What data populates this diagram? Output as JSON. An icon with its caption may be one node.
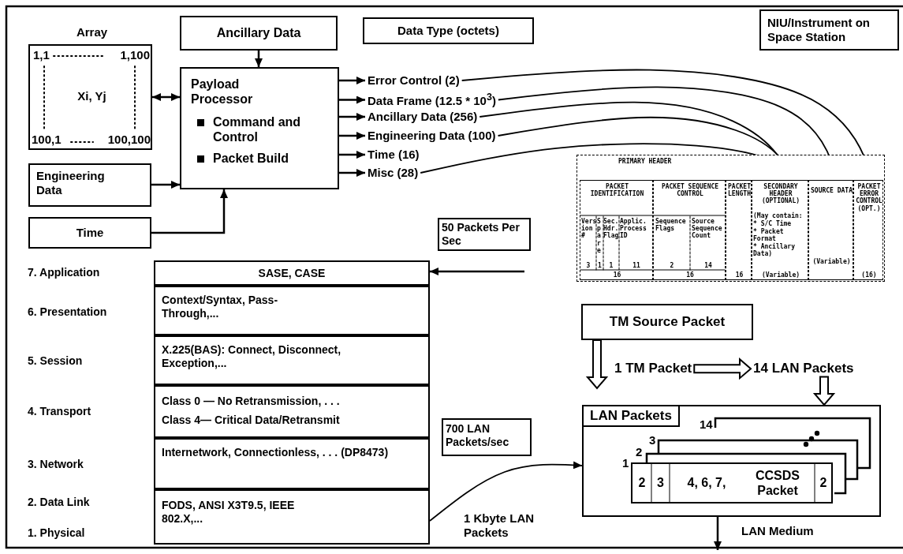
{
  "diagram": {
    "nodes": [
      {
        "text": [
          "Array",
          "1,1",
          "1,100",
          "Xi, Yj",
          "100,1",
          "100,100"
        ]
      },
      {
        "text": [
          "Ancillary Data"
        ]
      },
      {
        "text": [
          "Data Type (octets)"
        ]
      },
      {
        "text": [
          "NIU/Instrument on Space Station"
        ]
      },
      {
        "text": [
          "Payload Processor",
          "Command and Control",
          "Packet Build"
        ]
      },
      {
        "text": [
          "Engineering Data"
        ]
      },
      {
        "text": [
          "Time"
        ]
      },
      {
        "text": [
          "Error Control (2)"
        ]
      },
      {
        "text": [
          "Data Frame (12.5 * 10$^{3}$)"
        ]
      },
      {
        "text": [
          "Ancillary Data (256)"
        ]
      },
      {
        "text": [
          "Engineering Data (100)"
        ]
      },
      {
        "text": [
          "Time (16)"
        ]
      },
      {
        "text": [
          "Misc (28)"
        ]
      },
      {
        "text": [
          "PRIMARY HEADER"
        ]
      },
      {
        "text": [
          "PACKET IDENTIFICATION",
          "Version #",
          "Spare",
          "Sec. Hdr. Flag",
          "Applic. Process ID",
          "3",
          "1",
          "1",
          "11",
          "16"
        ],
        "in": 13
      },
      {
        "text": [
          "PACKET SEQUENCE CONTROL",
          "Sequence Flags",
          "Source Sequence Count",
          "2",
          "14",
          "16"
        ],
        "in": 13
      },
      {
        "text": [
          "PACKET LENGTH",
          "16"
        ],
        "in": 13
      },
      {
        "text": [
          "SECONDARY HEADER (OPTIONAL)",
          "(May contain:",
          "* S/C Time",
          "* Packet Format",
          "* Ancillary Data)",
          "(Variable)"
        ],
        "in": 13
      },
      {
        "text": [
          "SOURCE DATA",
          "(Variable)"
        ],
        "in": 13
      },
      {
        "text": [
          "PACKET ERROR CONTROL (OPT.)",
          "(16)"
        ],
        "in": 13
      },
      {
        "text": [
          "TM Source Packet"
        ]
      },
      {
        "text": [
          "50 Packets Per Sec"
        ]
      },
      {
        "text": [
          "SASE, CASE"
        ]
      },
      {
        "text": [
          "Context/Syntax, Pass-Through,..."
        ]
      },
      {
        "text": [
          "X.225(BAS): Connect, Disconnect, Exception,..."
        ]
      },
      {
        "text": [
          "Class 0 — No Retransmission, . . .",
          "Class 4— Critical Data/Retransmit"
        ]
      },
      {
        "text": [
          "Internetwork, Connectionless, . . . (DP8473)"
        ]
      },
      {
        "text": [
          "FODS, ANSI X3T9.5, IEEE 802.X,..."
        ]
      },
      {
        "text": [
          "700 LAN Packets/sec"
        ]
      },
      {
        "text": [
          "LAN Packets"
        ]
      },
      {
        "text": [
          "2",
          "3",
          "4, 6, 7,",
          "CCSDS Packet",
          "2"
        ],
        "in": 29,
        "beside": [
          "1"
        ]
      },
      {
        "text": [
          "1 TM Packet"
        ]
      },
      {
        "text": [
          "14 LAN Packets"
        ]
      }
    ],
    "edges": [
      {
        "from": 1,
        "to": 4,
        "arrow": "to"
      },
      {
        "from": 0,
        "to": 4,
        "arrow": "both"
      },
      {
        "from": 5,
        "to": 4,
        "arrow": "to"
      },
      {
        "from": 6,
        "to": 4,
        "arrow": "to"
      },
      {
        "from": 4,
        "to": 7,
        "arrow": "to"
      },
      {
        "from": 4,
        "to": 8,
        "arrow": "to"
      },
      {
        "from": 4,
        "to": 9,
        "arrow": "to"
      },
      {
        "from": 4,
        "to": 10,
        "arrow": "to"
      },
      {
        "from": 4,
        "to": 11,
        "arrow": "to"
      },
      {
        "from": 4,
        "to": 12,
        "arrow": "to"
      },
      {
        "from": 7,
        "to": 19,
        "arrow": "to"
      },
      {
        "from": 8,
        "to": 18,
        "arrow": "to"
      },
      {
        "from": 9,
        "to": 17,
        "arrow": "to"
      },
      {
        "from": 10,
        "to": 17,
        "arrow": "to"
      },
      {
        "from": 12,
        "to": 17,
        "arrow": "to"
      },
      {
        "from": null,
        "to": 22,
        "arrow": "to"
      },
      {
        "from": 20,
        "to": null,
        "arrow": "to",
        "style": "thick"
      },
      {
        "from": 31,
        "to": 32,
        "arrow": "to",
        "style": "thick"
      },
      {
        "from": 32,
        "to": 29,
        "arrow": "to",
        "style": "thick"
      },
      {
        "from": 27,
        "to": 29,
        "arrow": "to",
        "label": "1 Kbyte LAN Packets"
      },
      {
        "from": 29,
        "to": null,
        "arrow": "to",
        "label": "LAN Medium"
      }
    ],
    "labels": [
      "7. Application",
      "6. Presentation",
      "5. Session",
      "4. Transport",
      "3. Network",
      "2. Data Link",
      "1. Physical",
      "14",
      "3",
      "2"
    ]
  }
}
